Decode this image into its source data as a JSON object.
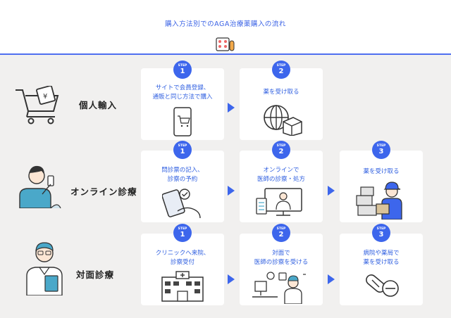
{
  "title": "購入方法別でのAGA治療薬購入の流れ",
  "colors": {
    "accent": "#3d66ec",
    "text_blue": "#2f5fe0",
    "background": "#f1f0ef"
  },
  "step_label": "STEP",
  "rows": [
    {
      "label": "個人輸入",
      "icon": "shopping-cart-icon",
      "steps": [
        {
          "number": "1",
          "text": "サイトで会員登録、\n通販と同じ方法で購入",
          "icon": "smartphone-cart-icon"
        },
        {
          "number": "2",
          "text": "薬を受け取る",
          "icon": "globe-package-icon"
        }
      ]
    },
    {
      "label": "オンライン診療",
      "icon": "person-with-phone-icon",
      "steps": [
        {
          "number": "1",
          "text": "問診票の記入、\n診察の予約",
          "icon": "tablet-check-icon"
        },
        {
          "number": "2",
          "text": "オンラインで\n医師の診察・処方",
          "icon": "doctor-monitor-icon"
        },
        {
          "number": "3",
          "text": "薬を受け取る",
          "icon": "delivery-person-icon"
        }
      ]
    },
    {
      "label": "対面診療",
      "icon": "doctor-icon",
      "steps": [
        {
          "number": "1",
          "text": "クリニックへ来院、\n診察受付",
          "icon": "hospital-building-icon"
        },
        {
          "number": "2",
          "text": "対面で\n医師の診察を受ける",
          "icon": "doctor-consultation-icon"
        },
        {
          "number": "3",
          "text": "病院や薬局で\n薬を受け取る",
          "icon": "pills-icon"
        }
      ]
    }
  ]
}
